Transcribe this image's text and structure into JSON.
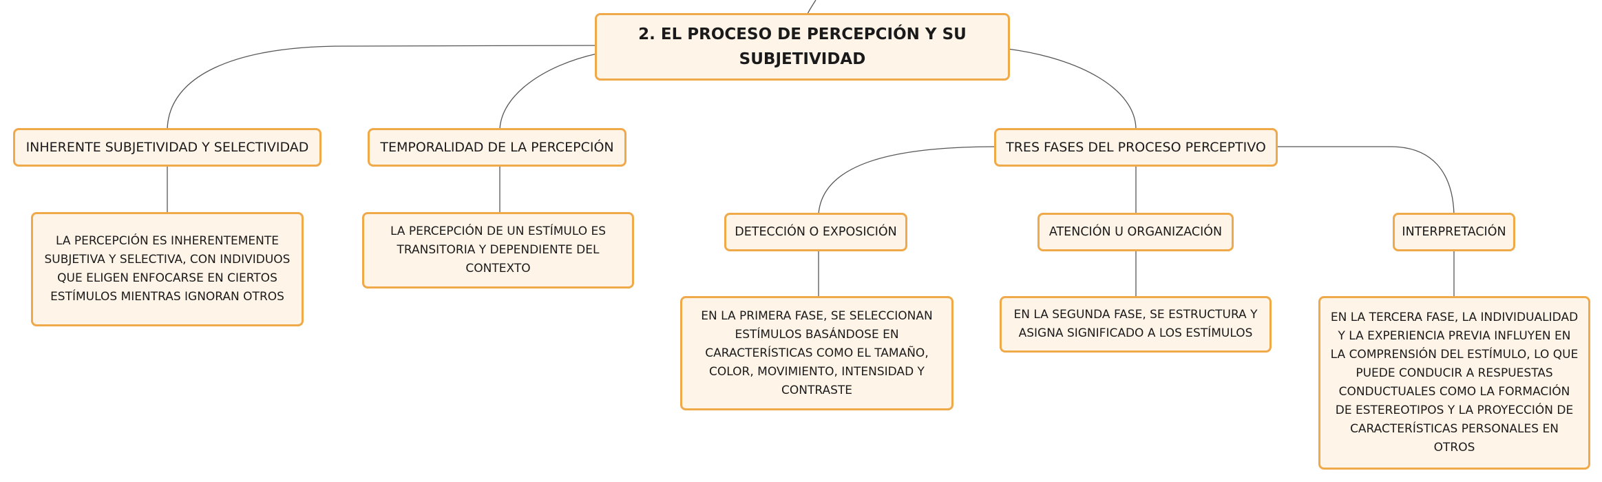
{
  "colors": {
    "node_fill": "#fff4e8",
    "node_border": "#f0a948",
    "connector": "#555555",
    "text": "#1a1a1a"
  },
  "root": {
    "label": "2. EL PROCESO DE PERCEPCIÓN Y SU SUBJETIVIDAD"
  },
  "branches": {
    "subjetividad": {
      "label": "INHERENTE SUBJETIVIDAD Y SELECTIVIDAD",
      "detail": "LA PERCEPCIÓN ES INHERENTEMENTE SUBJETIVA Y SELECTIVA, CON INDIVIDUOS QUE ELIGEN ENFOCARSE EN CIERTOS ESTÍMULOS MIENTRAS IGNORAN OTROS"
    },
    "temporalidad": {
      "label": "TEMPORALIDAD DE LA PERCEPCIÓN",
      "detail": "LA PERCEPCIÓN DE UN ESTÍMULO ES TRANSITORIA Y DEPENDIENTE DEL CONTEXTO"
    },
    "fases": {
      "label": "TRES FASES DEL PROCESO PERCEPTIVO",
      "children": {
        "deteccion": {
          "label": "DETECCIÓN O EXPOSICIÓN",
          "detail": "EN LA PRIMERA FASE, SE SELECCIONAN ESTÍMULOS BASÁNDOSE EN CARACTERÍSTICAS COMO EL TAMAÑO, COLOR, MOVIMIENTO, INTENSIDAD Y CONTRASTE"
        },
        "atencion": {
          "label": "ATENCIÓN U ORGANIZACIÓN",
          "detail": "EN LA SEGUNDA FASE, SE ESTRUCTURA Y ASIGNA SIGNIFICADO A LOS ESTÍMULOS"
        },
        "interpretacion": {
          "label": "INTERPRETACIÓN",
          "detail": "EN LA TERCERA FASE, LA INDIVIDUALIDAD Y LA EXPERIENCIA PREVIA INFLUYEN EN LA COMPRENSIÓN DEL ESTÍMULO, LO QUE PUEDE CONDUCIR A RESPUESTAS CONDUCTUALES COMO LA FORMACIÓN DE ESTEREOTIPOS Y LA PROYECCIÓN DE CARACTERÍSTICAS PERSONALES EN OTROS"
        }
      }
    }
  }
}
